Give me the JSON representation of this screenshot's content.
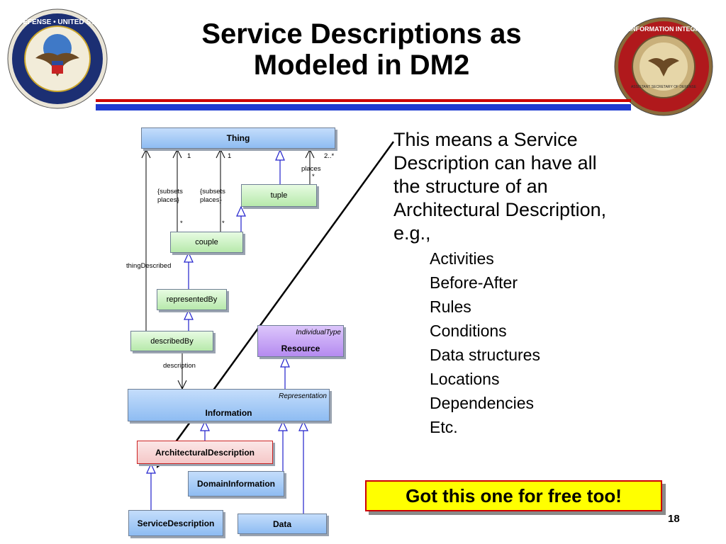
{
  "title": {
    "line1": "Service Descriptions as",
    "line2": "Modeled in DM2"
  },
  "seals": {
    "left": {
      "ring_text": "DEPARTMENT OF DEFENSE • UNITED STATES OF AMERICA"
    },
    "right": {
      "ring_text": "NETWORKS AND INFORMATION INTEGRATION • DOD CIO",
      "center_text": "ASSISTANT SECRETARY OF DEFENSE"
    }
  },
  "diagram": {
    "thing": "Thing",
    "tuple": "tuple",
    "couple": "couple",
    "represented_by": "representedBy",
    "described_by": "describedBy",
    "resource_stereotype": "IndividualType",
    "resource": "Resource",
    "information_stereotype": "Representation",
    "information": "Information",
    "architectural_description": "ArchitecturalDescription",
    "domain_information": "DomainInformation",
    "service_description": "ServiceDescription",
    "data": "Data",
    "labels": {
      "mult1_a": "1",
      "mult1_b": "1",
      "mult2": "2..*",
      "places": "places",
      "star_places": "*",
      "subsets1_line1": "{subsets",
      "subsets1_line2": "places}",
      "subsets2_line1": "{subsets",
      "subsets2_line2": "places}",
      "star1": "*",
      "star2": "*",
      "thing_described": "thingDescribed",
      "description": "description"
    }
  },
  "right_text": {
    "lines": [
      "This means a Service",
      "Description can have all",
      "the structure of an",
      "Architectural Description,",
      "e.g.,"
    ],
    "bullets": [
      "Activities",
      "Before-After",
      "Rules",
      "Conditions",
      "Data structures",
      "Locations",
      "Dependencies",
      "Etc."
    ]
  },
  "callout": "Got this one for free too!",
  "page_number": "18",
  "colors": {
    "stripe_red": "#cc0000",
    "stripe_blue": "#1f3bd0",
    "callout_bg": "#ffff00",
    "callout_border": "#cc0000"
  }
}
